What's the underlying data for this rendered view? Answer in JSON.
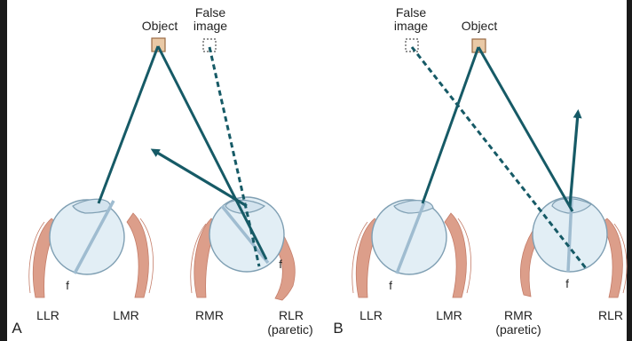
{
  "colors": {
    "background": "#1a1a1a",
    "panel": "#ffffff",
    "ray": "#165a66",
    "eye_fill": "#e2eef5",
    "eye_stroke": "#7f9fb3",
    "muscle": "#dc9e8a",
    "object_fill": "#e9c9a6",
    "object_stroke": "#9a6a44"
  },
  "panel_a": {
    "letter": "A",
    "object_label": "Object",
    "false_image_label_line1": "False",
    "false_image_label_line2": "image",
    "fovea_left": "f",
    "fovea_right": "f",
    "muscle_labels": {
      "llr": "LLR",
      "lmr": "LMR",
      "rmr": "RMR",
      "rlr_line1": "RLR",
      "rlr_line2": "(paretic)"
    }
  },
  "panel_b": {
    "letter": "B",
    "object_label": "Object",
    "false_image_label_line1": "False",
    "false_image_label_line2": "image",
    "fovea_left": "f",
    "fovea_right": "f",
    "muscle_labels": {
      "llr": "LLR",
      "lmr": "LMR",
      "rmr_line1": "RMR",
      "rmr_line2": "(paretic)",
      "rlr": "RLR"
    }
  }
}
